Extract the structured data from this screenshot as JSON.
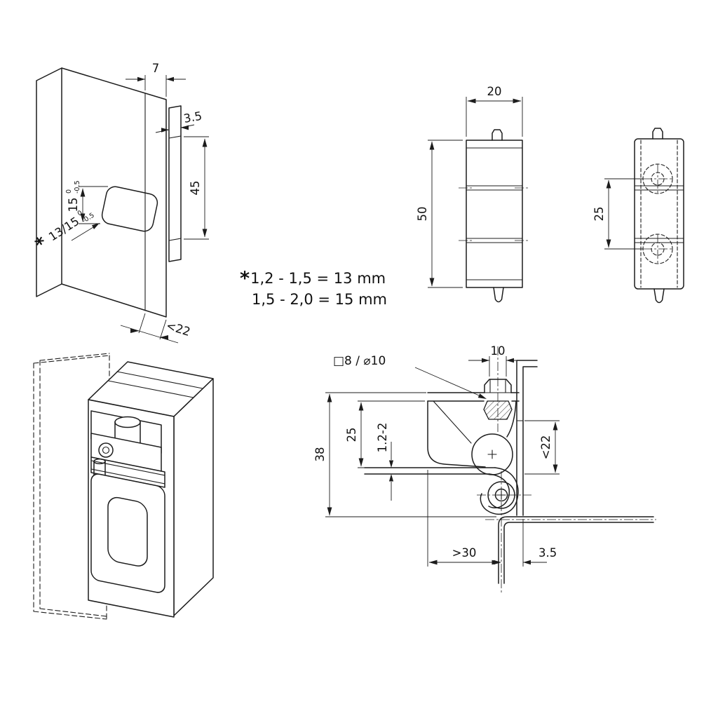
{
  "note": {
    "star": "*",
    "line1": "1,2 - 1,5 = 13 mm",
    "line2": "1,5 - 2,0 = 15 mm"
  },
  "cutout_view": {
    "dim_flange_width": "7",
    "dim_offset": "3.5",
    "dim_cutout_height": "45",
    "dim_slot_height": "15",
    "tol_upper": "0",
    "tol_lower": "-0.5",
    "star": "*",
    "dim_cutout_width": "13/15",
    "tol2_upper": "0",
    "tol2_lower": "-0.5",
    "dim_door_depth": "<22"
  },
  "front_view": {
    "dim_width": "20",
    "dim_height": "50"
  },
  "side_view": {
    "dim_hole_spacing": "25"
  },
  "section_view": {
    "dim_boss_width": "10",
    "label_hole": "□8 / ⌀10",
    "dim_plate_to_leaf": "25",
    "dim_sheet_thickness": "1.2-2",
    "dim_total_height": "38",
    "dim_door_depth": "<22",
    "dim_min_width": ">30",
    "dim_frame_gap": "3.5"
  }
}
